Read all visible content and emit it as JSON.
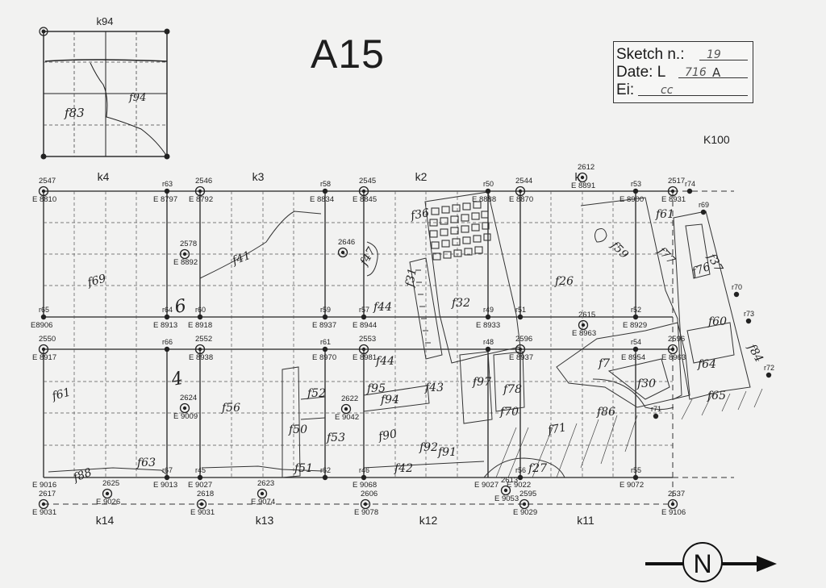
{
  "title": "A15",
  "sketch_box": {
    "sketch_label": "Sketch n.:",
    "sketch_value": "19",
    "date_label": "Date: L",
    "date_value": "716",
    "date_extra": "A",
    "ei_label": "Ei:",
    "ei_value": "cc"
  },
  "inset_label": "k94",
  "inset_features": [
    "f83",
    "f94"
  ],
  "k100_label": "K100",
  "squares_top": [
    "k4",
    "k3",
    "k2",
    "k"
  ],
  "squares_bottom": [
    "k14",
    "k13",
    "k12",
    "k11"
  ],
  "stations": [
    {
      "id": "2547",
      "e": "E 8810"
    },
    {
      "id": "2546",
      "e": "E 8792"
    },
    {
      "id": "2545",
      "e": "E 8845"
    },
    {
      "id": "2544",
      "e": "E 8870"
    },
    {
      "id": "2612",
      "e": "E 8891"
    },
    {
      "id": "2517",
      "e": "E 8931"
    },
    {
      "id": "2578",
      "e": "E 8892"
    },
    {
      "id": "2646",
      "e": ""
    },
    {
      "id": "2615",
      "e": "E 8963"
    },
    {
      "id": "2550",
      "e": "E 8917"
    },
    {
      "id": "2552",
      "e": "E 8938"
    },
    {
      "id": "2553",
      "e": "E 8981"
    },
    {
      "id": "2596",
      "e": "E 8937"
    },
    {
      "id": "2596",
      "e": "E 8963"
    },
    {
      "id": "2624",
      "e": "E 9009"
    },
    {
      "id": "2622",
      "e": "E 9042"
    },
    {
      "id": "2617",
      "e": "E 9031"
    },
    {
      "id": "2625",
      "e": "E 9026"
    },
    {
      "id": "2618",
      "e": "E 9031"
    },
    {
      "id": "2623",
      "e": "E 9074"
    },
    {
      "id": "2606",
      "e": "E 9078"
    },
    {
      "id": "2613",
      "e": "E 9053"
    },
    {
      "id": "2595",
      "e": "E 9029"
    },
    {
      "id": "2537",
      "e": "E 9106"
    }
  ],
  "pegs": [
    "r63",
    "r58",
    "r50",
    "r53",
    "r74",
    "r69",
    "r65",
    "r64",
    "r60",
    "r59",
    "r57",
    "r49",
    "r51",
    "r52",
    "r70",
    "r73",
    "r66",
    "r61",
    "r48",
    "r54",
    "r72",
    "r71",
    "r67",
    "r45",
    "r62",
    "r46",
    "r56",
    "r55"
  ],
  "peg_elevations": [
    "E 8797",
    "E 8834",
    "E 8888",
    "E 8900",
    "E8906",
    "E 8913",
    "E 8918",
    "E 8937",
    "E 8944",
    "E 8933",
    "E 8929",
    "E 8970",
    "E 8954",
    "E 9016",
    "E 9013",
    "E 9027",
    "E 9068",
    "E 9027",
    "E 9022",
    "E 9072"
  ],
  "features": [
    "f69",
    "f41",
    "f47",
    "f36",
    "f44",
    "f32",
    "f31",
    "f26",
    "f61",
    "f59",
    "f77",
    "f37",
    "f76",
    "f60",
    "f84",
    "f64",
    "f65",
    "f7",
    "f30",
    "f86",
    "f97",
    "f78",
    "f70",
    "f71",
    "f61",
    "f56",
    "f52",
    "f50",
    "f53",
    "f51",
    "f94",
    "f95",
    "f43",
    "f90",
    "f42",
    "f92",
    "f91",
    "f27",
    "f63",
    "f88",
    "f44"
  ],
  "north": "N",
  "side_marks": [
    "6",
    "4"
  ]
}
